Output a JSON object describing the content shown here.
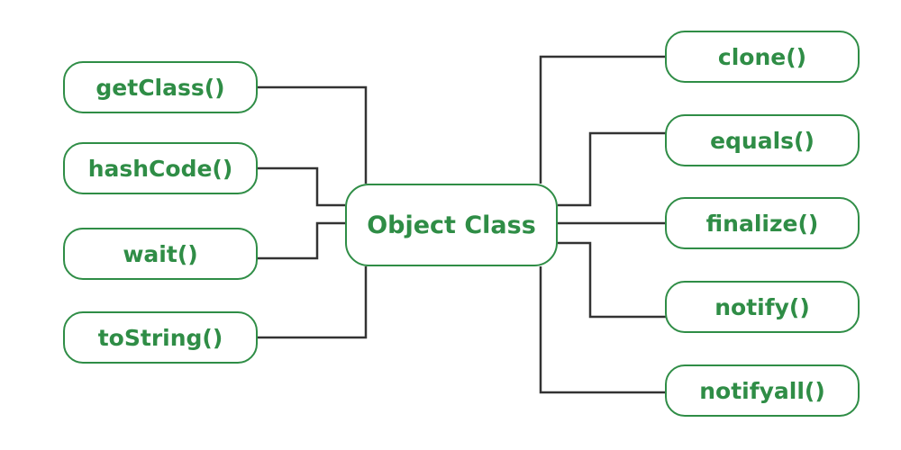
{
  "center": {
    "label": "Object Class"
  },
  "left_methods": [
    {
      "label": "getClass()"
    },
    {
      "label": "hashCode()"
    },
    {
      "label": "wait()"
    },
    {
      "label": "toString()"
    }
  ],
  "right_methods": [
    {
      "label": "clone()"
    },
    {
      "label": "equals()"
    },
    {
      "label": "finalize()"
    },
    {
      "label": "notify()"
    },
    {
      "label": "notifyall()"
    }
  ],
  "colors": {
    "node_border": "#2f8d46",
    "node_text": "#2f8d46",
    "connector": "#333333",
    "background": "#ffffff"
  }
}
